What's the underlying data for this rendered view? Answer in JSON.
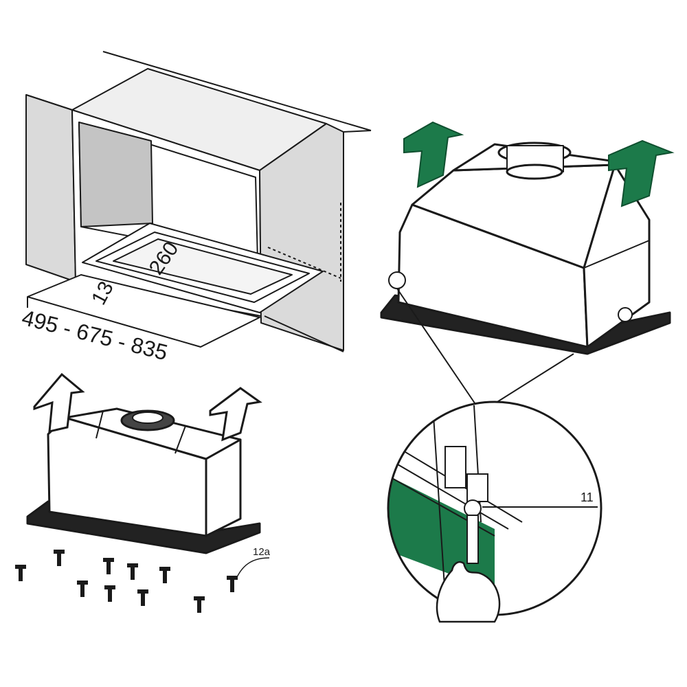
{
  "labels": {
    "dim_depth": "260",
    "dim_offset": "13",
    "dim_widths": "495 - 675 - 835",
    "screws_ref": "12a",
    "clip_ref": "11"
  },
  "colors": {
    "arrow_green": "#1c7a4a",
    "ink": "#1a1a1a",
    "panel_grey": "#dadada",
    "cavity_grey": "#c4c4c4",
    "light_grey": "#efefef"
  },
  "icons": [
    "arrow-up-icon",
    "screw-icon",
    "hand-icon",
    "ring-icon"
  ]
}
